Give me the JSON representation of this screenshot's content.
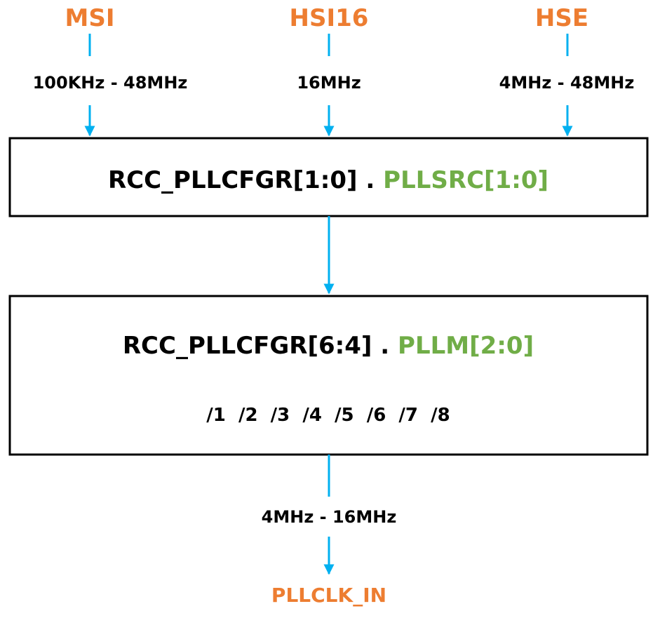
{
  "sources": [
    {
      "name": "MSI",
      "range": "100KHz - 48MHz"
    },
    {
      "name": "HSI16",
      "range": "16MHz"
    },
    {
      "name": "HSE",
      "range": "4MHz - 48MHz"
    }
  ],
  "mux_box": {
    "register": "RCC_PLLCFGR[1:0] . ",
    "field": "PLLSRC[1:0]"
  },
  "divider_box": {
    "register": "RCC_PLLCFGR[6:4] . ",
    "field": "PLLM[2:0]",
    "divisors": "/1  /2  /3  /4  /5  /6  /7  /8"
  },
  "output": {
    "range": "4MHz - 16MHz",
    "name": "PLLCLK_IN"
  },
  "colors": {
    "source_label": "#ED7D31",
    "field_label": "#70AD47",
    "connector": "#00B0F0",
    "box_border": "#000000"
  }
}
